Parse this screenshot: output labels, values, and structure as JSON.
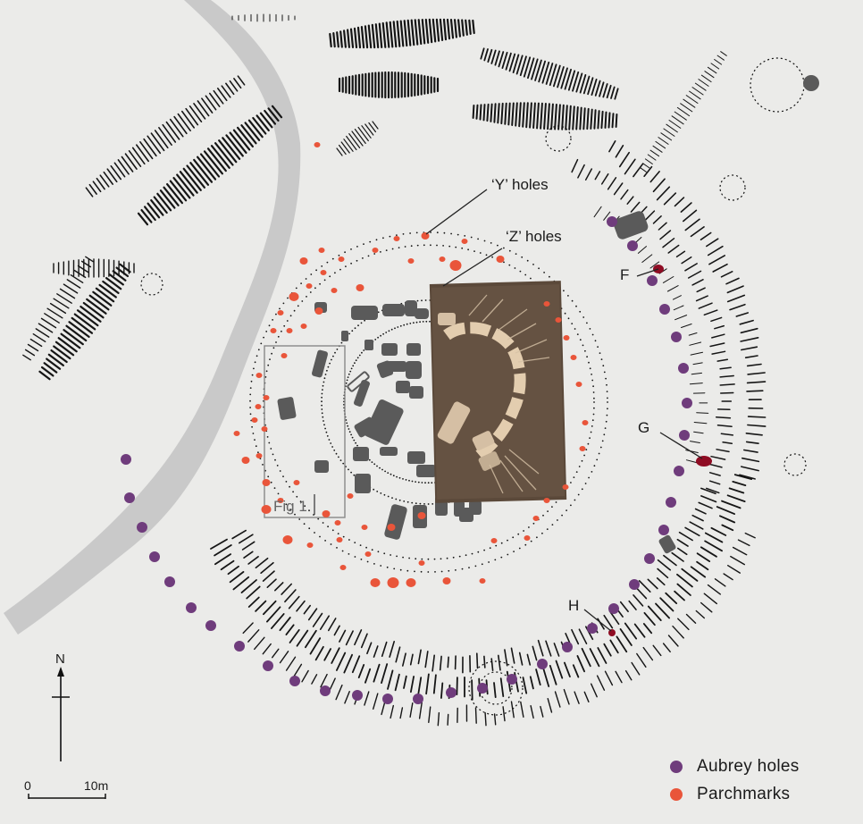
{
  "labels": {
    "y_holes": "‘Y’ holes",
    "z_holes": "‘Z’ holes",
    "f": "F",
    "g": "G",
    "h": "H",
    "fig": "Fig 1"
  },
  "north": {
    "label": "N"
  },
  "scale": {
    "start": "0",
    "end": "10m"
  },
  "legend": {
    "aubrey": {
      "label": "Aubrey holes",
      "color": "#6f3c7c"
    },
    "parch": {
      "label": "Parchmarks",
      "color": "#e9553a"
    }
  },
  "colors": {
    "background": "#ebebe9",
    "path": "#c9c9c9",
    "hachure": "#151515",
    "stone": "#5a5a5a",
    "photo": "#5c4a3a",
    "dark_red": "#8f0c23"
  }
}
